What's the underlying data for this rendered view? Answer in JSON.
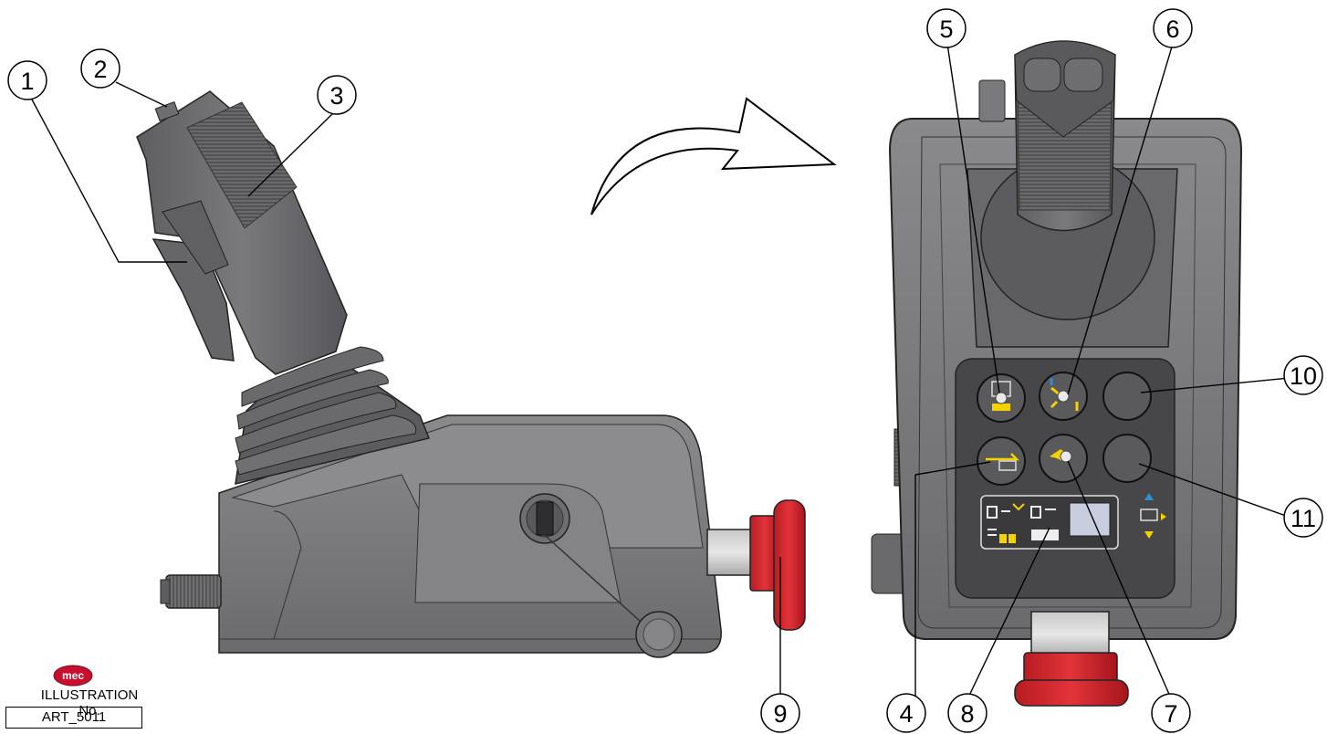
{
  "callouts": [
    {
      "id": "1",
      "label": "1"
    },
    {
      "id": "2",
      "label": "2"
    },
    {
      "id": "3",
      "label": "3"
    },
    {
      "id": "4",
      "label": "4"
    },
    {
      "id": "5",
      "label": "5"
    },
    {
      "id": "6",
      "label": "6"
    },
    {
      "id": "7",
      "label": "7"
    },
    {
      "id": "8",
      "label": "8"
    },
    {
      "id": "9",
      "label": "9"
    },
    {
      "id": "10",
      "label": "10"
    },
    {
      "id": "11",
      "label": "11"
    }
  ],
  "logo": {
    "text": "mec",
    "color": "#c8102e"
  },
  "illustration": {
    "label": "ILLUSTRATION No.",
    "number": "ART_5011"
  },
  "colors": {
    "housing": "#7d7d7f",
    "housing_dark": "#5a5a5c",
    "panel": "#4a4a4c",
    "emergency_stop": "#d7262d",
    "icon_yellow": "#f2d200",
    "icon_blue": "#2a8fd8",
    "display": "#c9cde0"
  }
}
